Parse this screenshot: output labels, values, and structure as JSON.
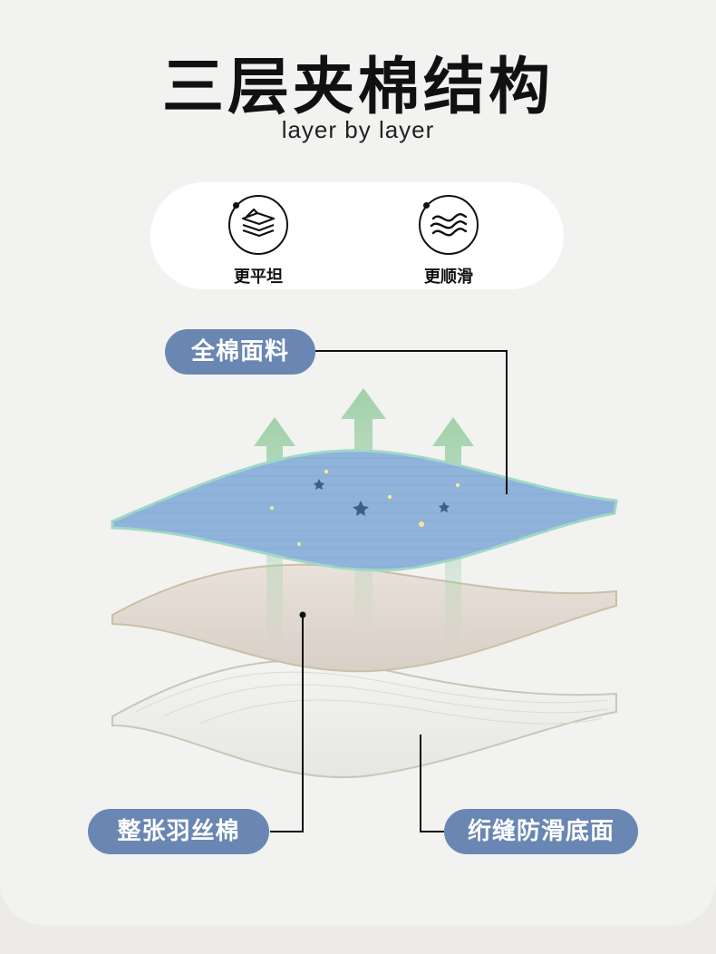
{
  "title": "三层夹棉结构",
  "subtitle": "layer by layer",
  "features": [
    {
      "icon": "layers-icon",
      "label": "更平坦"
    },
    {
      "icon": "waves-icon",
      "label": "更顺滑"
    }
  ],
  "tags": {
    "top": "全棉面料",
    "middle": "整张羽丝棉",
    "bottom": "绗缝防滑底面"
  },
  "colors": {
    "tag_bg": "#6a87b3",
    "top_layer": "#8fb3db",
    "arrow": "#9ccfa6"
  }
}
